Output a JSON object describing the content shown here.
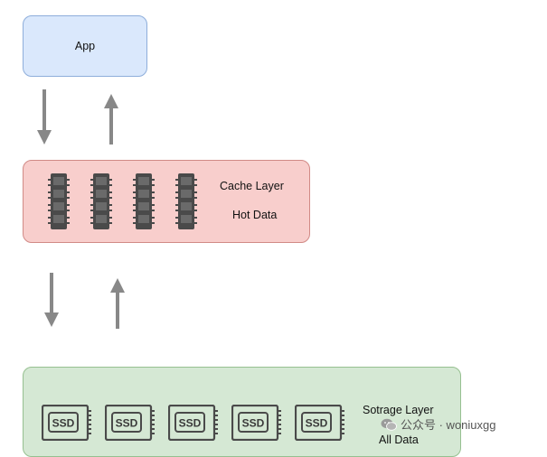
{
  "app": {
    "label": "App"
  },
  "cache_layer": {
    "title": "Cache Layer",
    "subtitle": "Hot Data",
    "module_count": 4
  },
  "storage_layer": {
    "title": "Sotrage Layer",
    "subtitle": "All Data",
    "drive_count": 5,
    "drive_label": "SSD"
  },
  "watermark": {
    "text": "公众号 · woniuxgg"
  },
  "colors": {
    "app_fill": "#dae8fc",
    "app_border": "#8eaedb",
    "cache_fill": "#f8cecc",
    "cache_border": "#d18a86",
    "storage_fill": "#d5e8d4",
    "storage_border": "#96c090",
    "arrow": "#888888",
    "module": "#4a4a4a"
  }
}
